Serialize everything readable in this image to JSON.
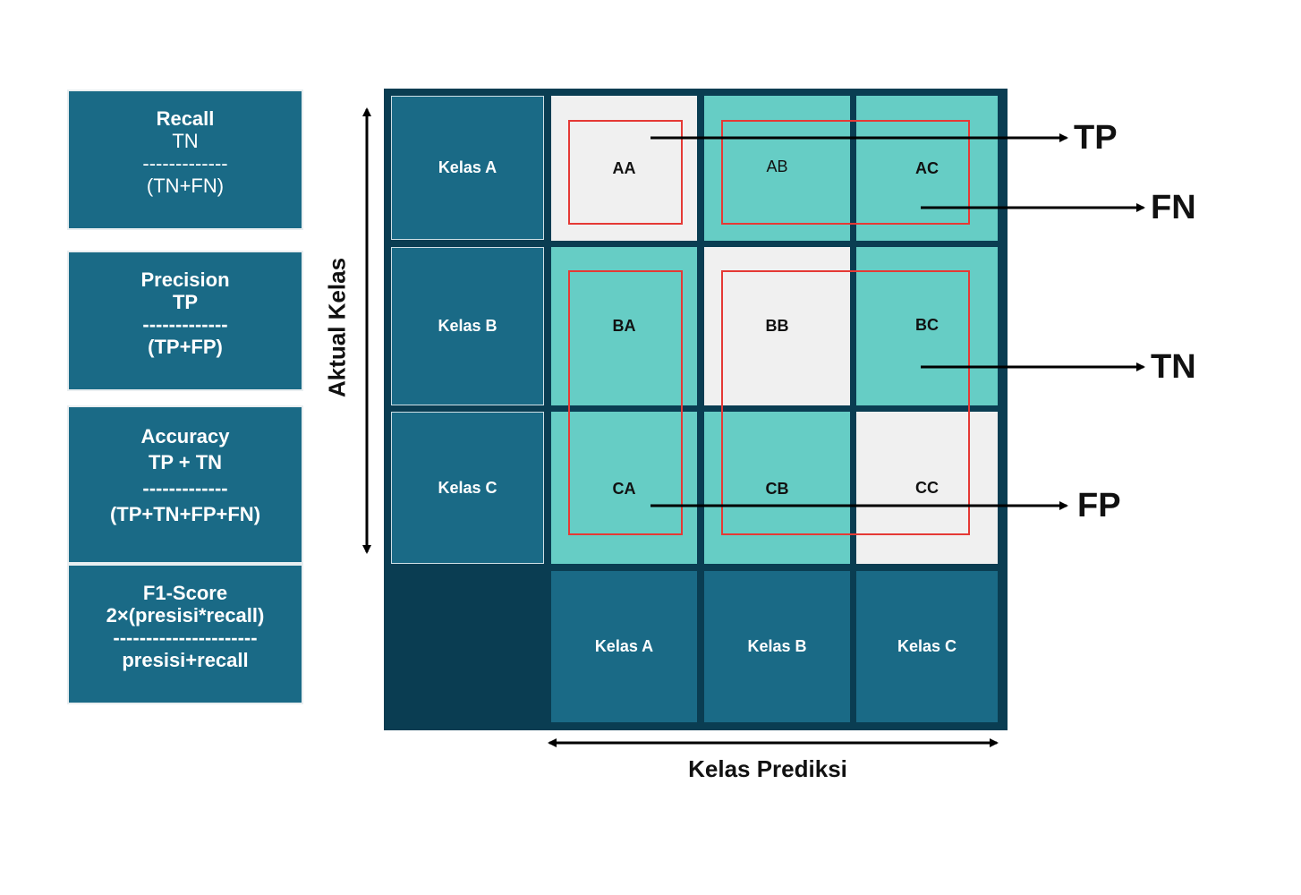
{
  "formulas": [
    {
      "title": "Recall",
      "numerator": "TN",
      "divider": "-------------",
      "denominator": "(TN+FN)"
    },
    {
      "title": "Precision",
      "numerator": "TP",
      "divider": "-------------",
      "denominator": "(TP+FP)"
    },
    {
      "title": "Accuracy",
      "numerator": "TP + TN",
      "divider": "-------------",
      "denominator": "(TP+TN+FP+FN)"
    },
    {
      "title": "F1-Score",
      "numerator": "2×(presisi*recall)",
      "divider": "----------------------",
      "denominator": "presisi+recall"
    }
  ],
  "matrix": {
    "row_headers": [
      "Kelas A",
      "Kelas B",
      "Kelas C"
    ],
    "col_headers": [
      "Kelas A",
      "Kelas B",
      "Kelas C"
    ],
    "cells": [
      [
        "AA",
        "AB",
        "AC"
      ],
      [
        "BA",
        "BB",
        "BC"
      ],
      [
        "CA",
        "CB",
        "CC"
      ]
    ]
  },
  "axis": {
    "y_label": "Aktual Kelas",
    "x_label": "Kelas Prediksi"
  },
  "labels": {
    "tp": "TP",
    "fn": "FN",
    "tn": "TN",
    "fp": "FP"
  },
  "colors": {
    "header": "#1a6a86",
    "matrix_bg": "#0a3d52",
    "diagonal": "#f0f0f0",
    "off_diagonal": "#66cdc5",
    "highlight": "#e53935"
  }
}
